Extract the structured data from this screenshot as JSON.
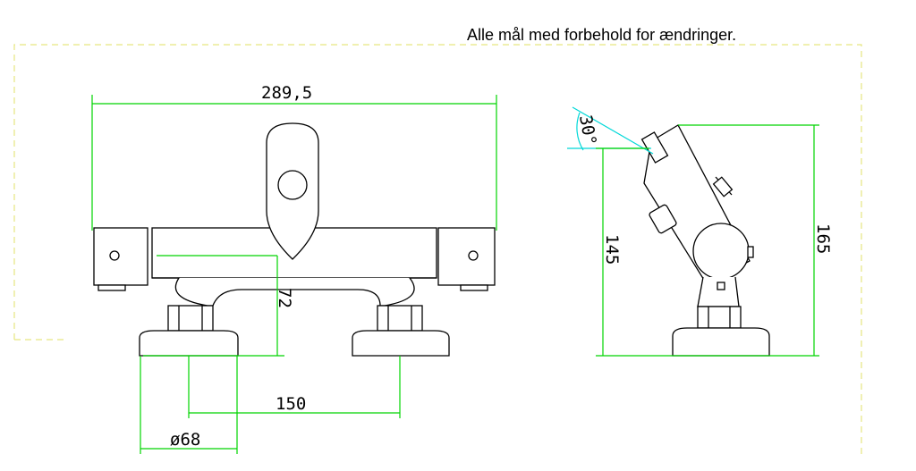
{
  "note": "Alle mål med forbehold for ændringer.",
  "dimensions": {
    "overall_width": "289,5",
    "center_distance": "150",
    "base_diameter": "ø68",
    "spout_height": "72",
    "angle": "30°",
    "height_to_axis": "145",
    "total_height": "165"
  },
  "colors": {
    "dimension_line": "#00d400",
    "centre_line": "#00d8d8",
    "outline": "#000000",
    "sheet_border": "#e6e680"
  }
}
